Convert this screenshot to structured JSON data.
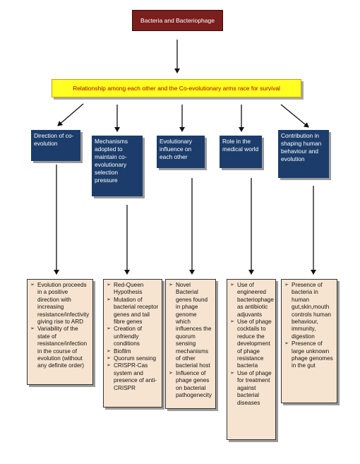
{
  "root": {
    "label": "Bacteria and Bacteriophage"
  },
  "relationship": {
    "label": "Relationship among each other and the Co-evolutionary arms race for survival"
  },
  "categories": [
    {
      "label": "Direction of co-evolution"
    },
    {
      "label": "Mechanisms adopted to maintain co-evolutionary selection pressure"
    },
    {
      "label": "Evolutionary influence on each other"
    },
    {
      "label": "Role in the medical world"
    },
    {
      "label": "Contribution in shaping human behaviour and evolution"
    }
  ],
  "details": [
    {
      "items": [
        "Evolution proceeds in a positive direction with increasing resistance/infectivity giving rise to ARD",
        "Variability of the state of resistance/infection in the course of evolution (without any definite order)"
      ]
    },
    {
      "items": [
        "Red-Queen Hypothesis",
        "Mutation of bacterial receptor genes and tail fibre genes",
        "Creation of unfriendly conditions",
        "Biofilm",
        "Quorum sensing",
        "CRISPR-Cas system and presence of anti-CRISPR"
      ]
    },
    {
      "items": [
        "Novel Bacterial genes found in phage genome which influences the quorum sensing mechanisms of other bacterial host",
        "Influence of phage genes on bacterial pathogenecity"
      ]
    },
    {
      "items": [
        "Use of engineered bacteriophage as antibiotic adjuvants",
        "Use of phage cocktails to reduce the development of phage resistance bacteria",
        "Use of phage for treatment against bacterial diseases"
      ]
    },
    {
      "items": [
        "Presence of bacteria in human gut,skin,mouth controls human behaviour, immunity, digestion",
        "Presence of large unknown phage genomes in the gut"
      ]
    }
  ]
}
